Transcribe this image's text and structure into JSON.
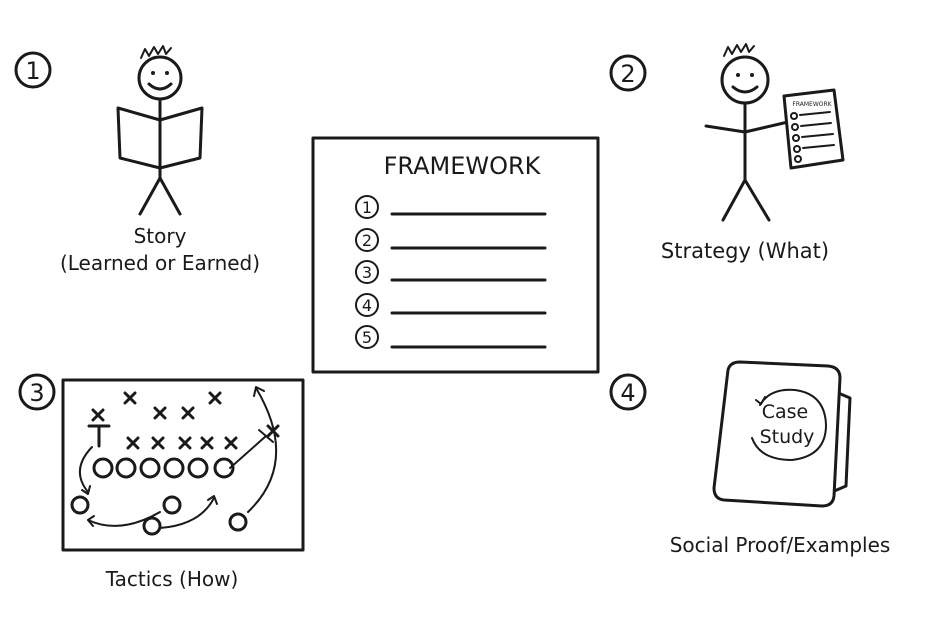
{
  "step_numbers": [
    "1",
    "2",
    "3",
    "4"
  ],
  "story": {
    "line1": "Story",
    "line2": "(Learned or Earned)"
  },
  "strategy": {
    "label": "Strategy (What)",
    "doc_title": "FRAMEWORK"
  },
  "framework": {
    "title": "FRAMEWORK",
    "items": [
      "1",
      "2",
      "3",
      "4",
      "5"
    ]
  },
  "tactics": {
    "label": "Tactics (How)"
  },
  "social_proof": {
    "book_line1": "Case",
    "book_line2": "Study",
    "label": "Social Proof/Examples"
  }
}
